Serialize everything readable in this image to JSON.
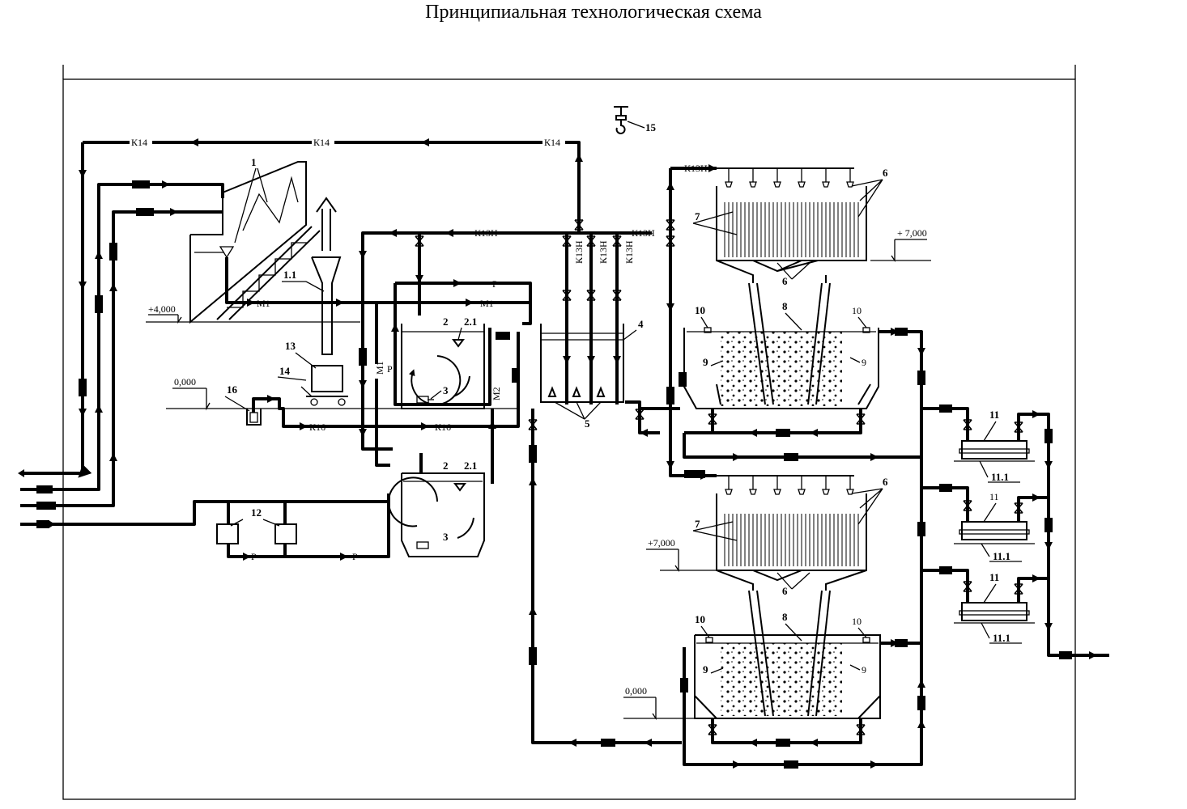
{
  "title": "Принципиальная технологическая схема",
  "colors": {
    "line": "#000000",
    "background": "#ffffff"
  },
  "levels": {
    "upper_left": "+4,000",
    "ground_left": "0,000",
    "upper_right_top": "+ 7,000",
    "upper_right_bottom": "+7,000",
    "ground_right": "0,000"
  },
  "pipe_codes": {
    "k14": "К14",
    "k13n": "К13Н",
    "k16": "К16",
    "m1": "М1",
    "m2": "М2",
    "p": "Р"
  },
  "equipment_numbers": {
    "n1": "1",
    "n1_1": "1.1",
    "n2": "2",
    "n2_1": "2.1",
    "n3": "3",
    "n4": "4",
    "n5": "5",
    "n6": "6",
    "n7": "7",
    "n8": "8",
    "n9": "9",
    "n10": "10",
    "n11": "11",
    "n11_1": "11.1",
    "n12": "12",
    "n13": "13",
    "n14": "14",
    "n15": "15",
    "n16": "16"
  }
}
